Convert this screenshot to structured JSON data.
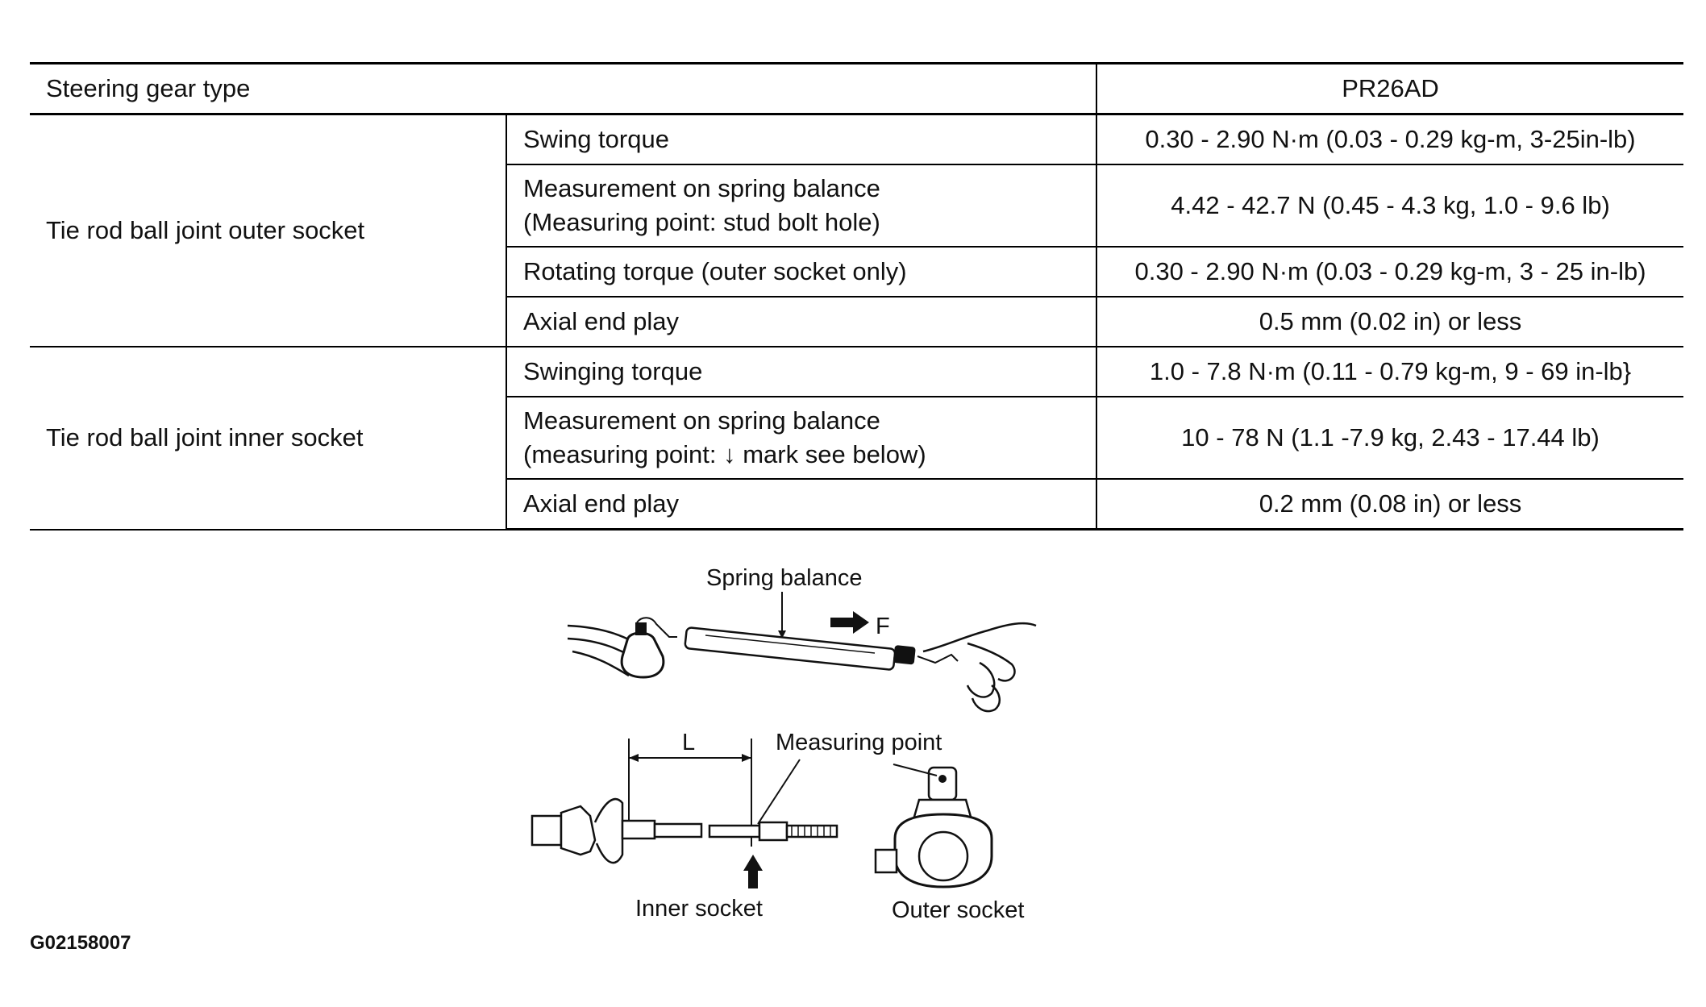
{
  "table": {
    "header": {
      "label": "Steering gear type",
      "value": "PR26AD"
    },
    "groups": [
      {
        "name": "Tie rod ball joint outer socket",
        "rows": [
          {
            "item": "Swing torque",
            "value": "0.30 - 2.90 N·m (0.03 - 0.29 kg-m, 3-25in-lb)"
          },
          {
            "item_line1": "Measurement on spring balance",
            "item_line2": "(Measuring point: stud bolt hole)",
            "value": "4.42 - 42.7 N (0.45 - 4.3 kg, 1.0 - 9.6 lb)"
          },
          {
            "item": "Rotating torque (outer socket only)",
            "value": "0.30 - 2.90 N·m (0.03 - 0.29 kg-m, 3 - 25 in-lb)"
          },
          {
            "item": "Axial end play",
            "value": "0.5 mm (0.02 in) or less"
          }
        ]
      },
      {
        "name": "Tie rod ball joint inner socket",
        "rows": [
          {
            "item": "Swinging torque",
            "value": "1.0 - 7.8 N·m (0.11 - 0.79 kg-m, 9 - 69 in-lb}"
          },
          {
            "item_line1": "Measurement on spring balance",
            "item_line2": "(measuring point: ↓ mark see below)",
            "value": "10 - 78 N (1.1 -7.9 kg, 2.43 - 17.44 lb)"
          },
          {
            "item": "Axial end play",
            "value": "0.2 mm (0.08 in) or less"
          }
        ]
      }
    ]
  },
  "illustration": {
    "spring_balance": "Spring balance",
    "force": "F",
    "length": "L",
    "measuring_point": "Measuring point",
    "inner_socket": "Inner socket",
    "outer_socket": "Outer socket"
  },
  "figure_id": "G02158007"
}
